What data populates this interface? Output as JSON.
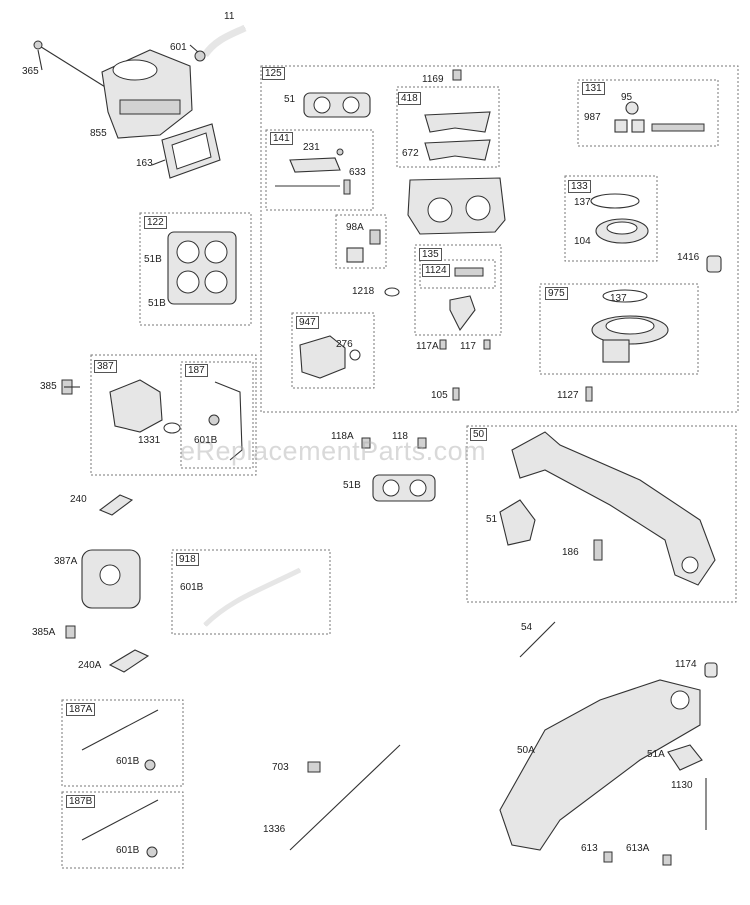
{
  "watermark": "eReplacementParts.com",
  "labels": {
    "p11": "11",
    "p601": "601",
    "p365": "365",
    "p855": "855",
    "p163": "163",
    "p125": "125",
    "p51a": "51",
    "p1169": "1169",
    "p418": "418",
    "p672": "672",
    "p131": "131",
    "p95": "95",
    "p987": "987",
    "p141": "141",
    "p231": "231",
    "p633": "633",
    "p133": "133",
    "p137a": "137",
    "p104": "104",
    "p122": "122",
    "p51b1": "51B",
    "p51b2": "51B",
    "p98a": "98A",
    "p135": "135",
    "p1124": "1124",
    "p1416": "1416",
    "p1218": "1218",
    "p975": "975",
    "p137b": "137",
    "p947": "947",
    "p276": "276",
    "p117a": "117A",
    "p117": "117",
    "p387": "387",
    "p187": "187",
    "p385": "385",
    "p1331": "1331",
    "p601b1": "601B",
    "p105": "105",
    "p1127": "1127",
    "p118a": "118A",
    "p118": "118",
    "p50": "50",
    "p51b3": "51B",
    "p240": "240",
    "p51c": "51",
    "p186": "186",
    "p387a": "387A",
    "p918": "918",
    "p601b2": "601B",
    "p385a": "385A",
    "p54": "54",
    "p240a": "240A",
    "p1174": "1174",
    "p187a": "187A",
    "p601b3": "601B",
    "p703": "703",
    "p50a": "50A",
    "p51a2": "51A",
    "p1130": "1130",
    "p187b": "187B",
    "p1336": "1336",
    "p601b4": "601B",
    "p613": "613",
    "p613a": "613A"
  }
}
